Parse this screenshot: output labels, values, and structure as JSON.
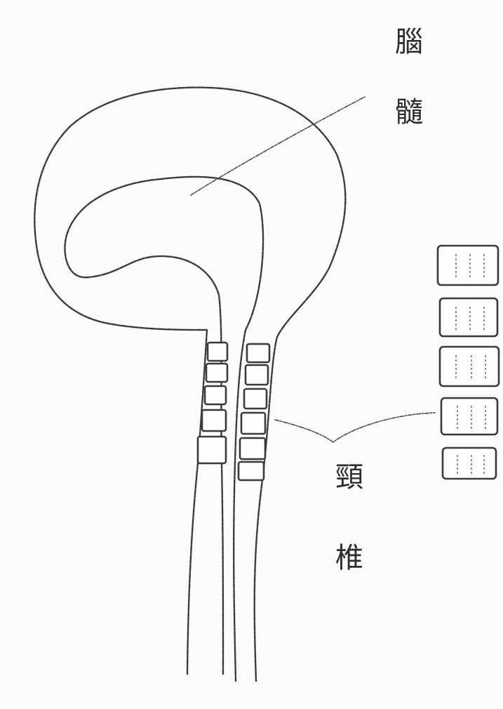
{
  "labels": {
    "brain_char_1": "腦",
    "brain_char_2": "髓",
    "neck_char_1": "頸",
    "neck_char_2": "椎"
  }
}
